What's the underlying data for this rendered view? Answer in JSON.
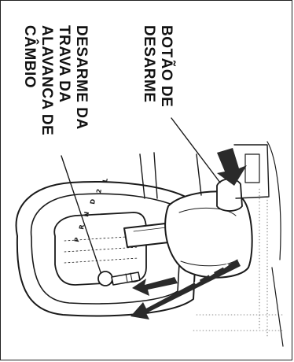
{
  "figure": {
    "callouts": {
      "release_button": {
        "lines": [
          "BOTÃO DE",
          "DESARME"
        ]
      },
      "shift_lock_release": {
        "lines": [
          "DESARME DA",
          "TRAVA DA",
          "ALAVANCA DE",
          "CÂMBIO"
        ]
      }
    },
    "colors": {
      "ink": "#111111",
      "paper": "#ffffff",
      "arrow_fill": "#2a2a2a"
    },
    "icons": [
      "arrow-down-icon",
      "arrow-diagonal-icon",
      "key-icon"
    ]
  }
}
